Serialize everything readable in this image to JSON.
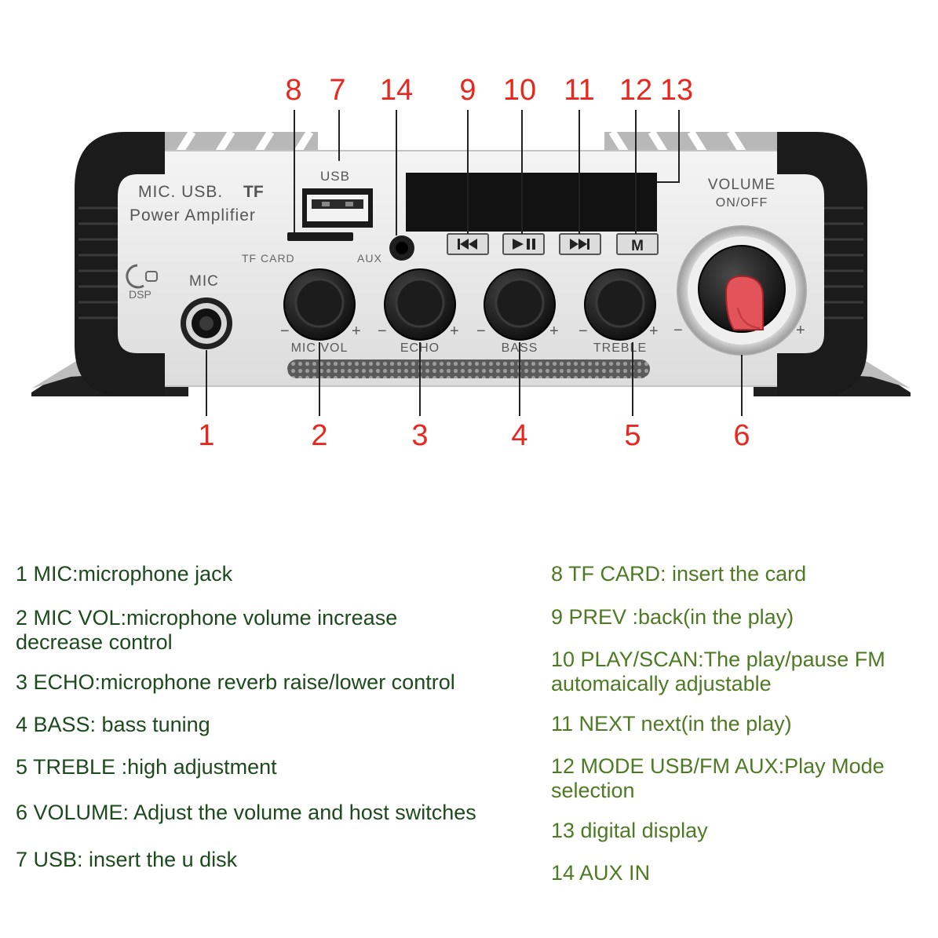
{
  "panel": {
    "title_line1": "MIC. USB.",
    "title_tf": "TF",
    "title_line2": "Power Amplifier",
    "dsp_label": "DSP",
    "mic_label": "MIC",
    "usb_label": "USB",
    "tf_card_label": "TF CARD",
    "aux_label": "AUX",
    "volume_label": "VOLUME",
    "onoff_label": "ON/OFF",
    "knob_labels": [
      "MIC VOL",
      "ECHO",
      "BASS",
      "TREBLE"
    ],
    "minus": "−",
    "plus": "+",
    "mode_button_glyph": "M"
  },
  "callouts": [
    "1",
    "2",
    "3",
    "4",
    "5",
    "6",
    "7",
    "8",
    "9",
    "10",
    "11",
    "12",
    "13",
    "14"
  ],
  "legend_left": [
    {
      "line1": "1 MIC:microphone jack"
    },
    {
      "line1": "2 MIC VOL:microphone volume increase",
      "line2": "decrease control"
    },
    {
      "line1": "3 ECHO:microphone reverb raise/lower control"
    },
    {
      "line1": "4 BASS: bass tuning"
    },
    {
      "line1": "5 TREBLE :high adjustment"
    },
    {
      "line1": "6 VOLUME: Adjust the volume and host switches"
    },
    {
      "line1": "7 USB: insert the u disk"
    }
  ],
  "legend_right": [
    {
      "line1": "8 TF CARD: insert the card"
    },
    {
      "line1": "9 PREV :back(in the play)"
    },
    {
      "line1": "10 PLAY/SCAN:The play/pause FM",
      "line2": "automaically adjustable"
    },
    {
      "line1": "11 NEXT next(in the play)"
    },
    {
      "line1": "12 MODE USB/FM AUX:Play Mode",
      "line2": "selection"
    },
    {
      "line1": "13 digital display"
    },
    {
      "line1": "14 AUX IN"
    }
  ],
  "colors": {
    "callout_red": "#e8281e",
    "legend_left_green": "#1d4a1d",
    "legend_right_green": "#4d7a22",
    "panel_silver": "#e9e9e9",
    "display_black": "#121212"
  }
}
